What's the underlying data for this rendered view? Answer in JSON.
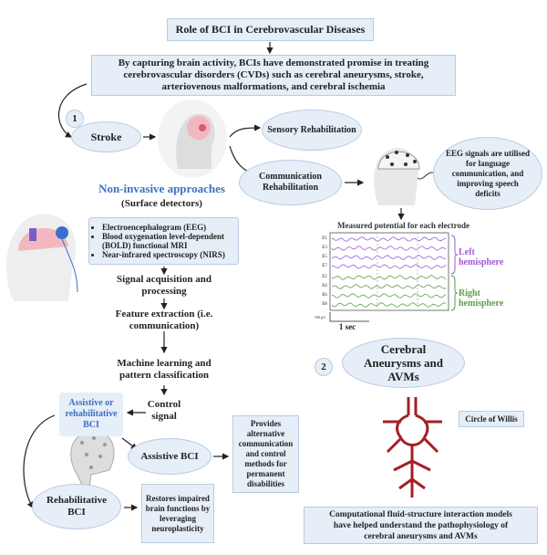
{
  "title": "Role of BCI in Cerebrovascular Diseases",
  "intro": "By capturing brain activity, BCIs have demonstrated promise in treating cerebrovascular disorders (CVDs) such as cerebral aneurysms, stroke, arteriovenous malformations, and cerebral ischemia",
  "section1": {
    "number": "1",
    "stroke": "Stroke",
    "sensory": "Sensory Rehabilitation",
    "communication": "Communication Rehabilitation",
    "eeg_note": "EEG signals are utilised for language communication, and improving speech deficits",
    "noninvasive_title": "Non-invasive approaches",
    "noninvasive_sub": "(Surface detectors)",
    "methods": [
      "Electroencephalogram (EEG)",
      "Blood oxygenation level-dependent (BOLD) functional MRI",
      "Near-infrared spectroscopy (NIRS)"
    ],
    "steps": [
      "Signal acquisition and processing",
      "Feature extraction (i.e. communication)",
      "Machine learning and pattern classification",
      "Control signal"
    ],
    "bci_type": "Assistive or rehabilitative BCI",
    "assistive": "Assistive BCI",
    "assistive_desc": "Provides alternative communication and control methods for permanent disabilities",
    "rehabilitative": "Rehabilitative BCI",
    "rehabilitative_desc": "Restores impaired brain functions by leveraging neuroplasticity"
  },
  "eeg_chart": {
    "title": "Measured potential for each electrode",
    "left_electrodes": [
      "E1",
      "E3",
      "E5",
      "E7"
    ],
    "right_electrodes": [
      "E2",
      "E4",
      "E6",
      "E8"
    ],
    "left_label": "Left hemisphere",
    "right_label": "Right hemisphere",
    "scale_amplitude": "100 µV",
    "scale_time": "1 sec",
    "colors": {
      "left": "#a05ad8",
      "right": "#5aa04a"
    }
  },
  "section2": {
    "number": "2",
    "title": "Cerebral Aneurysms and AVMs",
    "willis": "Circle of Willis",
    "desc": "Computational fluid-structure interaction models have helped understand the pathophysiology of cerebral aneurysms and AVMs"
  },
  "colors": {
    "box": "#e6eef8",
    "accent_blue": "#3f6fc0",
    "artery": "#a31f24"
  }
}
